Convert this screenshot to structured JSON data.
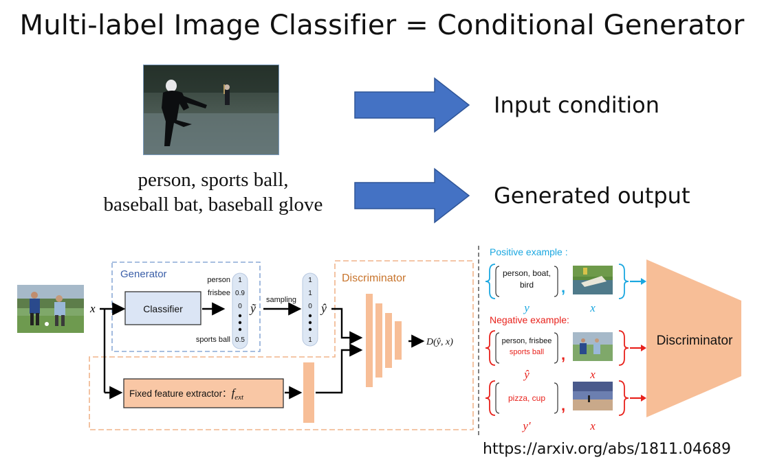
{
  "title": "Multi-label Image Classifier = Conditional Generator",
  "top": {
    "labels_line1": "person, sports ball,",
    "labels_line2": "baseball bat, baseball glove",
    "input_condition": "Input condition",
    "generated_output": "Generated output"
  },
  "diagram": {
    "x_label": "x",
    "generator_label": "Generator",
    "classifier_label": "Classifier",
    "class_names": [
      "person",
      "frisbee",
      "sports ball"
    ],
    "probs": [
      "1",
      "0.9",
      "0",
      "0.5"
    ],
    "ytilde_label": "ỹ",
    "sampling_label": "sampling",
    "sampled": [
      "1",
      "1",
      "0",
      "1"
    ],
    "yhat_label": "ŷ",
    "discriminator_label": "Discriminator",
    "output_label": "D(ŷ, x)",
    "extractor_label": "Fixed feature extractor：",
    "extractor_func": "f",
    "extractor_sub": "ext"
  },
  "examples": {
    "positive_title": "Positive example :",
    "positive_labels": [
      "person, boat,",
      "bird"
    ],
    "positive_y": "y",
    "positive_x": "x",
    "negative_title": "Negative example:",
    "negative_labels_black": "person, frisbee",
    "negative_labels_red": "sports ball",
    "negative_y": "ŷ",
    "negative_x": "x",
    "neg2_labels": "pizza, cup",
    "neg2_y": "y′",
    "neg2_x": "x",
    "discriminator_label": "Discriminator"
  },
  "url": "https://arxiv.org/abs/1811.04689",
  "colors": {
    "arrow_blue": "#4472c4",
    "generator_dash": "#8aa9d6",
    "generator_text": "#3a5ea8",
    "disc_dash": "#f0b48a",
    "disc_text": "#c8742c",
    "peach": "#f7be97",
    "classifier_fill": "#dbe5f5",
    "positive_cyan": "#1aa7e0",
    "negative_red": "#e8211b"
  }
}
